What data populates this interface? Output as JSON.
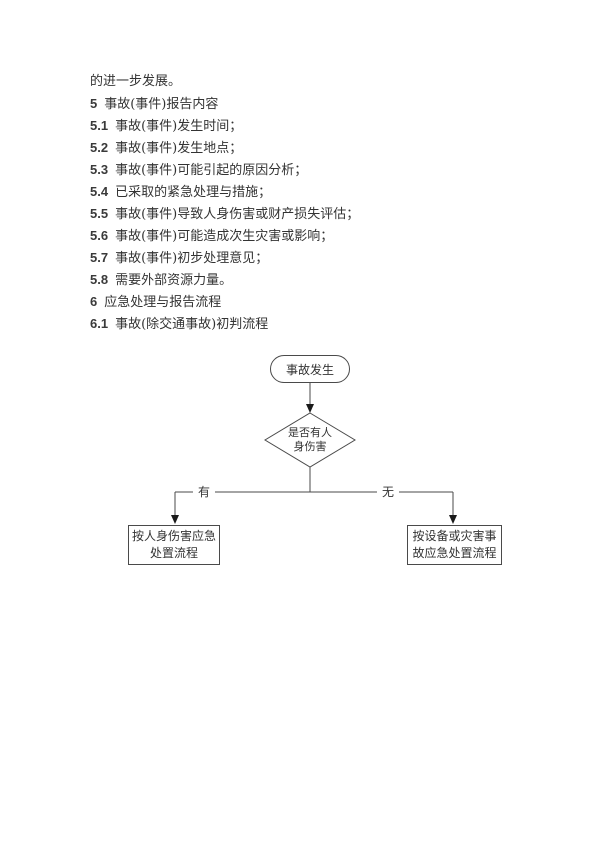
{
  "page": {
    "background": "#ffffff",
    "text_color": "#333333",
    "line_color": "#4a4a4a"
  },
  "document": {
    "lines": [
      {
        "num": "",
        "text": "的进一步发展。"
      },
      {
        "num": "5",
        "text": "事故(事件)报告内容"
      },
      {
        "num": "5.1",
        "text": "事故(事件)发生时间；"
      },
      {
        "num": "5.2",
        "text": "事故(事件)发生地点；"
      },
      {
        "num": "5.3",
        "text": "事故(事件)可能引起的原因分析；"
      },
      {
        "num": "5.4",
        "text": "已采取的紧急处理与措施；"
      },
      {
        "num": "5.5",
        "text": "事故(事件)导致人身伤害或财产损失评估；"
      },
      {
        "num": "5.6",
        "text": "事故(事件)可能造成次生灾害或影响；"
      },
      {
        "num": "5.7",
        "text": "事故(事件)初步处理意见；"
      },
      {
        "num": "5.8",
        "text": "需要外部资源力量。"
      },
      {
        "num": "6",
        "text": "应急处理与报告流程"
      },
      {
        "num": "6.1",
        "text": "事故(除交通事故)初判流程"
      }
    ]
  },
  "flowchart": {
    "start": "事故发生",
    "decision_line1": "是否有人",
    "decision_line2": "身伤害",
    "label_yes": "有",
    "label_no": "无",
    "box_left_line1": "按人身伤害应急",
    "box_left_line2": "处置流程",
    "box_right_line1": "按设备或灾害事",
    "box_right_line2": "故应急处置流程"
  }
}
